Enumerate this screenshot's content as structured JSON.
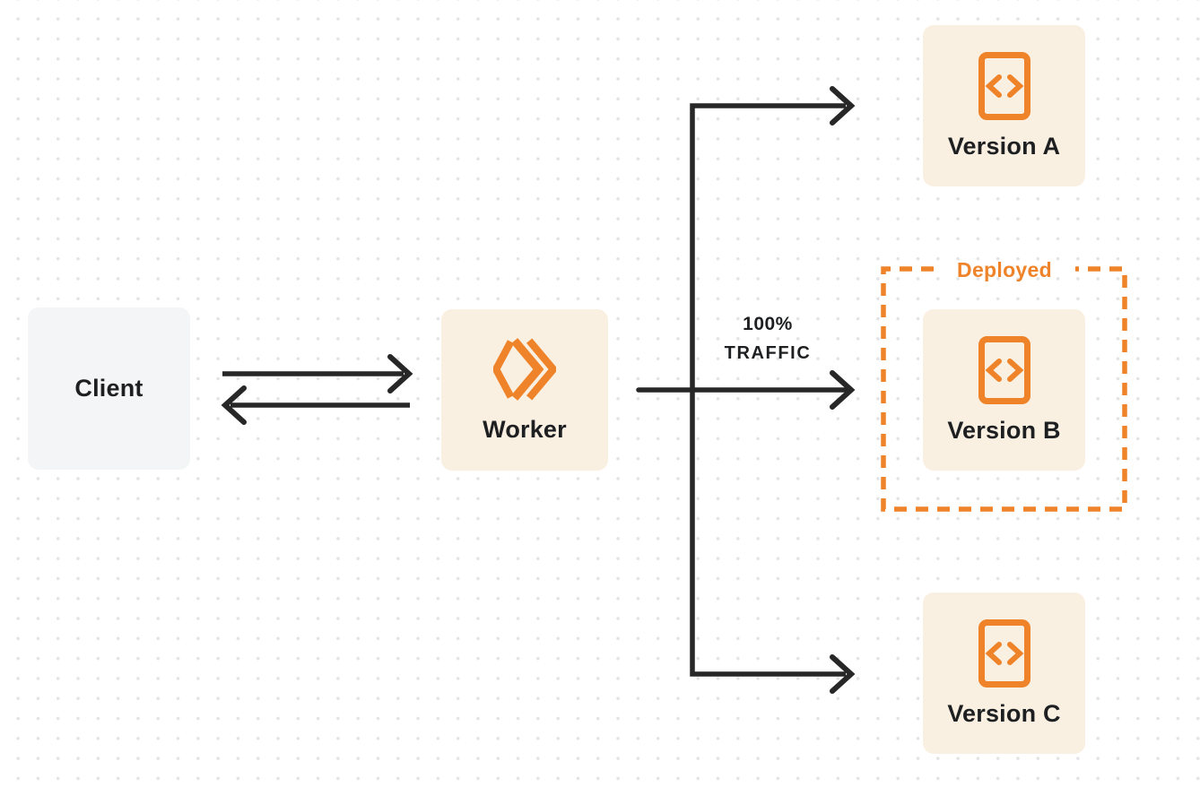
{
  "diagram": {
    "title": "worker-traffic-deployment-diagram",
    "colors": {
      "accent_orange": "#ef8329",
      "line_dark": "#272727",
      "node_cream": "#faf0e2",
      "node_gray": "#f4f5f6",
      "text_dark": "#1d1f21",
      "dot_grid": "#e2e3e6"
    },
    "nodes": {
      "client": {
        "label": "Client"
      },
      "worker": {
        "label": "Worker",
        "icon": "workers-logo-icon"
      },
      "version_a": {
        "label": "Version A",
        "icon": "code-file-icon"
      },
      "version_b": {
        "label": "Version B",
        "icon": "code-file-icon",
        "status": "Deployed"
      },
      "version_c": {
        "label": "Version C",
        "icon": "code-file-icon"
      }
    },
    "annotations": {
      "traffic_percent": "100%",
      "traffic_word": "TRAFFIC",
      "deployed": "Deployed"
    }
  }
}
